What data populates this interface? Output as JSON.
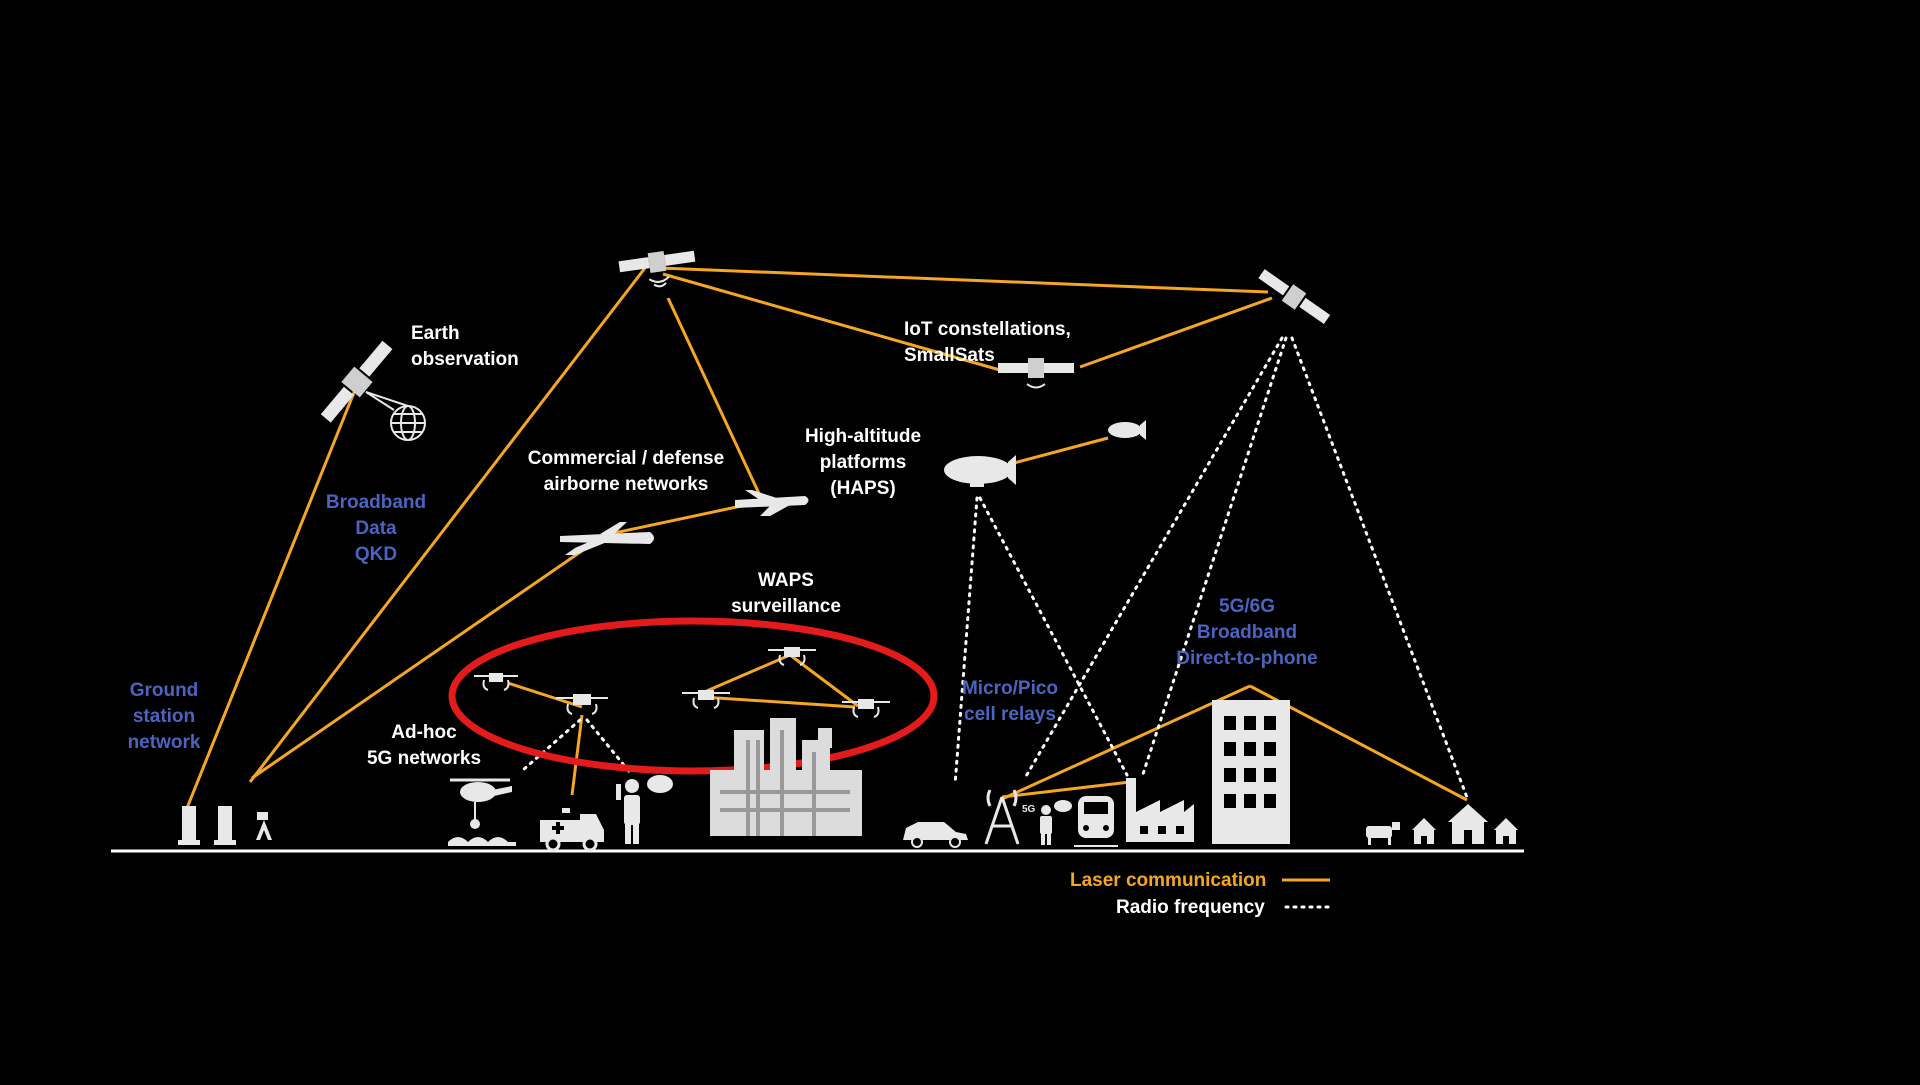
{
  "labels": {
    "earth_observation": [
      "Earth",
      "observation"
    ],
    "broadband_qkd": [
      "Broadband",
      "Data",
      "QKD"
    ],
    "ground_station": [
      "Ground",
      "station",
      "network"
    ],
    "commercial_airborne": [
      "Commercial / defense",
      "airborne networks"
    ],
    "haps": [
      "High-altitude",
      "platforms",
      "(HAPS)"
    ],
    "iot": [
      "IoT constellations,",
      "SmallSats"
    ],
    "waps": [
      "WAPS",
      "surveillance"
    ],
    "adhoc": [
      "Ad-hoc",
      "5G networks"
    ],
    "micro_pico": [
      "Micro/Pico",
      "cell relays"
    ],
    "broadband_5g6g": [
      "5G/6G",
      "Broadband",
      "Direct-to-phone"
    ],
    "tower_5g_tag": "5G"
  },
  "legend": {
    "laser": "Laser communication",
    "radio": "Radio frequency"
  },
  "colors": {
    "background": "#000000",
    "laser": "#f5a623",
    "radio": "#ffffff",
    "highlight": "#e31b1b",
    "blue_label": "#4a64c0",
    "icons": "#e8e8e8"
  }
}
